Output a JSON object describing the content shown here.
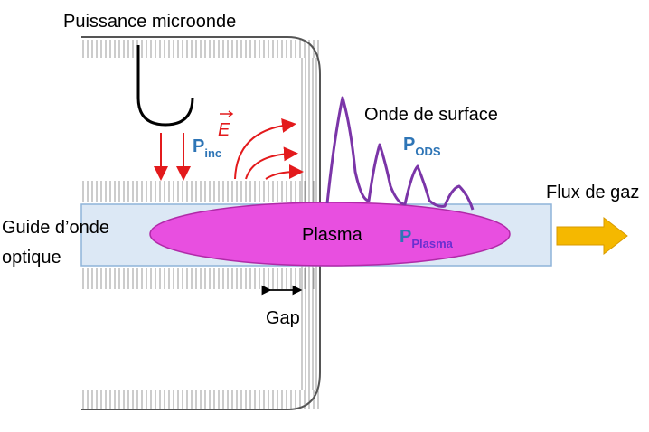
{
  "labels": {
    "microwave_power": "Puissance microonde",
    "surface_wave": "Onde de surface",
    "gas_flow": "Flux de gaz",
    "waveguide_line1": "Guide d’onde",
    "waveguide_line2": "optique",
    "plasma": "Plasma",
    "gap": "Gap",
    "electric_field_symbol": "E"
  },
  "power_labels": {
    "incident": {
      "main": "P",
      "sub": "inc"
    },
    "surface_wave": {
      "main": "P",
      "sub": "ODS"
    },
    "plasma": {
      "main": "P",
      "sub": "Plasma"
    }
  },
  "colors": {
    "text": "#000000",
    "power_label": "#2e75b6",
    "arrows_red": "#e31a1c",
    "plasma_fill": "#e84fe0",
    "tube_fill": "#dce8f5",
    "tube_stroke": "#8eb4d9",
    "wave_stroke": "#7b35a8",
    "gas_arrow": "#f5b800",
    "cavity_stroke": "#555555"
  }
}
